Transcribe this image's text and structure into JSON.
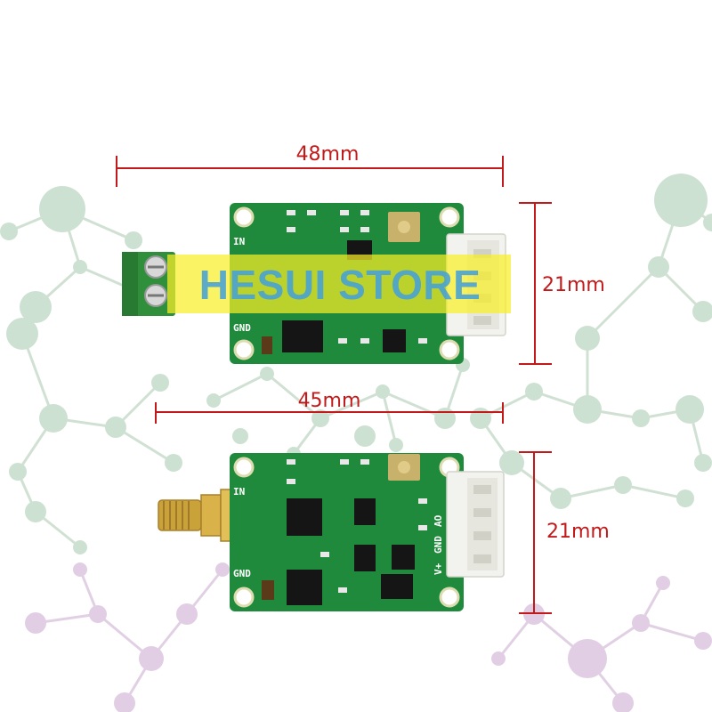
{
  "dimensions": {
    "top_width": "48mm",
    "top_height": "21mm",
    "bottom_width": "45mm",
    "bottom_height": "21mm"
  },
  "watermark": {
    "text": "HESUI STORE"
  },
  "silkscreen": {
    "in_label": "IN",
    "gnd_label": "GND",
    "ao_label": "AO",
    "gnd_pin": "GND",
    "vplus_pin": "V+"
  },
  "colors": {
    "dimension_line": "#c21a1a",
    "pcb": "#1f8a3b",
    "terminal_block": "#2f8f3a",
    "connector": "#f2f2ee",
    "sma_gold": "#c9a23a",
    "watermark_bg": "#f8ee28",
    "watermark_text": "#46a0d7",
    "network_green": "#bcd8c4",
    "network_purple": "#d8c3dc"
  }
}
